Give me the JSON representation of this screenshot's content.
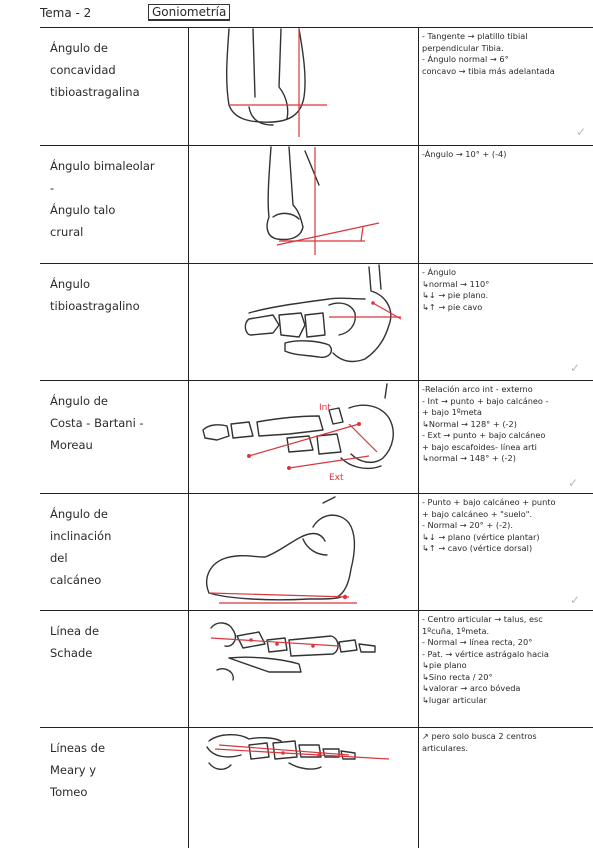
{
  "header": {
    "tema": "Tema - 2",
    "title": "Goniometría"
  },
  "rows": [
    {
      "name": "Ángulo de\nconcavidad\ntibioastragalina",
      "notes": "- Tangente → platillo tibial\nperpendicular Tibia.\n- Ángulo normal → 6°\nconcavo → tibia más adelantada"
    },
    {
      "name": "Ángulo bimaleolar\n-\nÁngulo talo\ncrural",
      "notes": "-Ángulo → 10° + (-4)"
    },
    {
      "name": "Ángulo\ntibioastragalino",
      "notes": "- Ángulo\n↳normal → 110°\n  ↳↓ → pie plano.\n  ↳↑ → pie cavo"
    },
    {
      "name": "Ángulo de\nCosta - Bartani -\nMoreau",
      "notes": "-Relación arco int - externo\n- Int → punto + bajo calcáneo -\n+ bajo 1ºmeta\n↳Normal → 128° + (-2)\n- Ext → punto + bajo calcáneo\n+ bajo escafoides- línea arti\n↳normal → 148° + (-2)",
      "labels": [
        "Int",
        "Ext"
      ]
    },
    {
      "name": "Ángulo de\ninclinación\ndel\ncalcáneo",
      "notes": "- Punto + bajo calcáneo + punto\n+ bajo calcáneo + \"suelo\".\n- Normal → 20° + (-2).\n  ↳↓ → plano (vértice plantar)\n  ↳↑ → cavo (vértice dorsal)"
    },
    {
      "name": "Línea de\nSchade",
      "notes": "- Centro articular → talus, esc\n1ºcuña, 1ºmeta.\n- Normal → línea recta, 20°\n- Pat. → vértice astrágalo hacia\n   ↳pie plano\n↳Sino recta / 20°\n   ↳valorar → arco bóveda\n              ↳lugar articular"
    },
    {
      "name": "Líneas de\nMeary y\nTomeo",
      "notes": "↗ pero solo busca 2 centros\narticulares."
    }
  ]
}
